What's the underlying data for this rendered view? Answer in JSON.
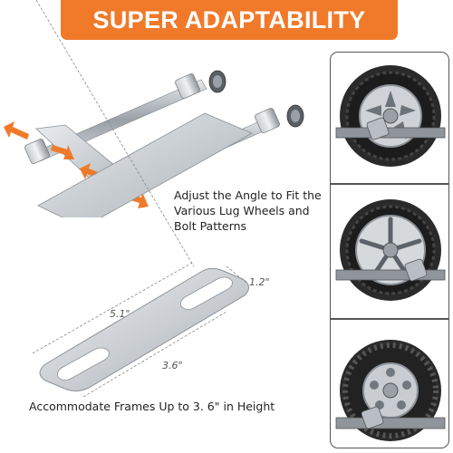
{
  "banner": {
    "title": "SUPER ADAPTABILITY"
  },
  "captions": {
    "angle": "Adjust the Angle to Fit the Various Lug Wheels and Bolt Patterns",
    "frames": "Accommodate Frames Up to 3. 6\" in Height"
  },
  "plate_dimensions": {
    "width": "1.2\"",
    "length": "5.1\"",
    "slot_span": "3.6\""
  },
  "colors": {
    "accent": "#f07a2a",
    "metal": "#b9bec4",
    "tire": "#2a2a2a"
  },
  "icons": [
    "double-arrow-icon",
    "wheel-icon"
  ]
}
